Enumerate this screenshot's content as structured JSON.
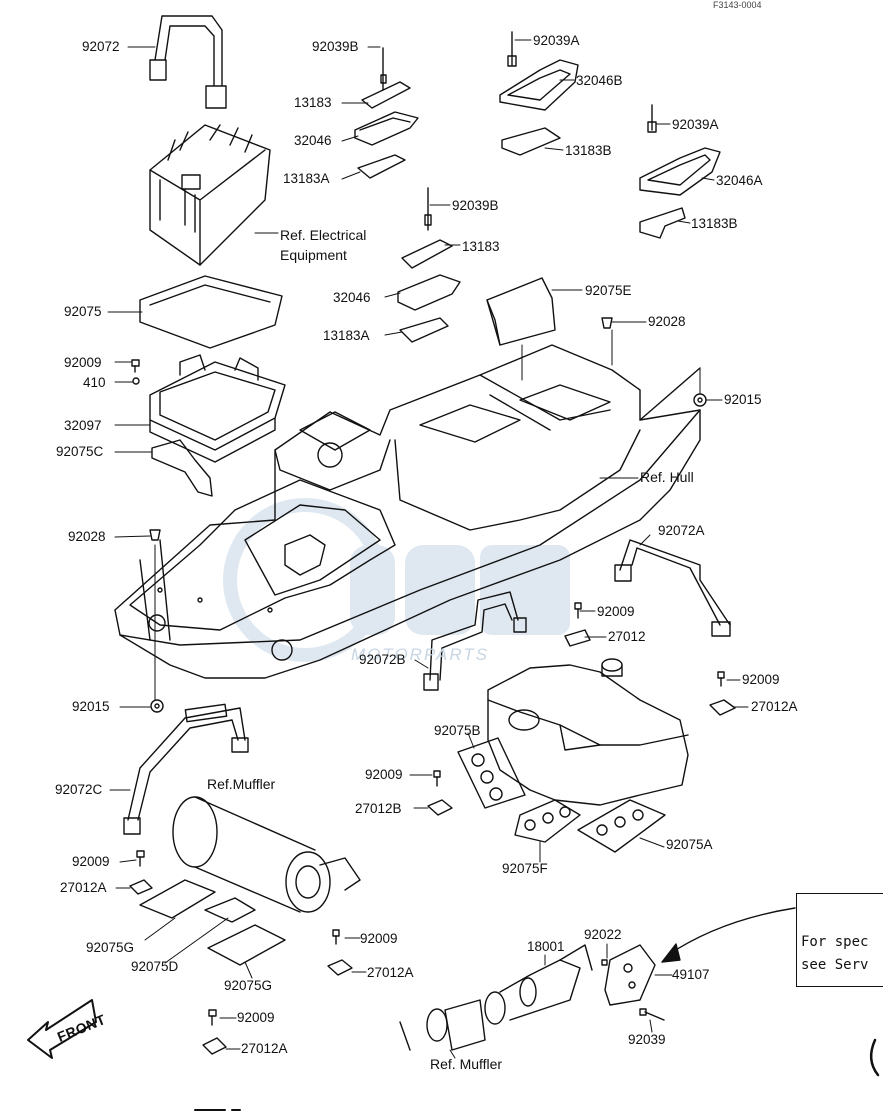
{
  "code": "F3143-0004",
  "watermark": {
    "logo": "OSM",
    "text": "MOTORPARTS"
  },
  "labels": {
    "l92072": "92072",
    "l92039B_1": "92039B",
    "l13183_1": "13183",
    "l32046_1": "32046",
    "l13183A_1": "13183A",
    "l92039A_1": "92039A",
    "l32046B": "32046B",
    "l13183B_1": "13183B",
    "l92039A_2": "92039A",
    "l32046A": "32046A",
    "l13183B_2": "13183B",
    "l92039B_2": "92039B",
    "l13183_2": "13183",
    "l32046_2": "32046",
    "l13183A_2": "13183A",
    "l92075E": "92075E",
    "l92028_1": "92028",
    "l92015_1": "92015",
    "lRefHull": "Ref. Hull",
    "lRefElec1": "Ref. Electrical",
    "lRefElec2": "Equipment",
    "l92075": "92075",
    "l92009_1": "92009",
    "l410": "410",
    "l32097": "32097",
    "l92075C": "92075C",
    "l92028_2": "92028",
    "l92072A": "92072A",
    "l92009_2": "92009",
    "l27012": "27012",
    "l92072B": "92072B",
    "l92009_3": "92009",
    "l27012A_1": "27012A",
    "l92015_2": "92015",
    "l92075B": "92075B",
    "l92072C": "92072C",
    "lRefMuffler1": "Ref.Muffler",
    "l92009_4": "92009",
    "l27012B": "27012B",
    "l92075F": "92075F",
    "l92075A": "92075A",
    "l92009_5": "92009",
    "l27012A_2": "27012A",
    "l92075G_1": "92075G",
    "l92075D": "92075D",
    "l92075G_2": "92075G",
    "l92009_6": "92009",
    "l27012A_3": "27012A",
    "l92009_7": "92009",
    "l27012A_4": "27012A",
    "l18001": "18001",
    "l92022": "92022",
    "l49107": "49107",
    "l92039": "92039",
    "lRefMuffler2": "Ref. Muffler"
  },
  "note": {
    "line1": "For spec",
    "line2": "see Serv"
  },
  "front_label": "FRONT"
}
